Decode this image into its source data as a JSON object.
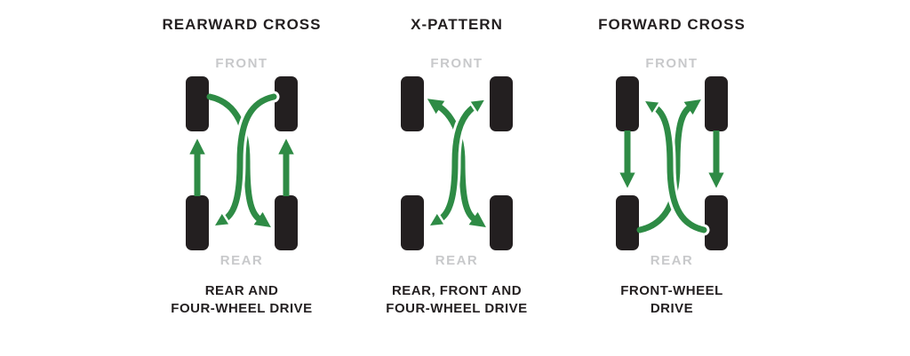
{
  "colors": {
    "arrow_green": "#2e8b45",
    "tire_dark": "#231f20",
    "axle_label_gray": "#c8c9cb",
    "title_text": "#231f20",
    "background": "#ffffff"
  },
  "labels": {
    "front": "FRONT",
    "rear": "REAR"
  },
  "patterns": [
    {
      "title": "REARWARD CROSS",
      "caption_line1": "REAR AND",
      "caption_line2": "FOUR-WHEEL DRIVE",
      "outer_arrows": "rear-tires-straight-to-front",
      "cross_arrows": "front-tires-cross-to-rear"
    },
    {
      "title": "X-PATTERN",
      "caption_line1": "REAR, FRONT AND",
      "caption_line2": "FOUR-WHEEL DRIVE",
      "outer_arrows": "none",
      "cross_arrows": "both-diagonals-bidirectional"
    },
    {
      "title": "FORWARD CROSS",
      "caption_line1": "FRONT-WHEEL",
      "caption_line2": "DRIVE",
      "outer_arrows": "front-tires-straight-to-rear",
      "cross_arrows": "rear-tires-cross-to-front"
    }
  ]
}
